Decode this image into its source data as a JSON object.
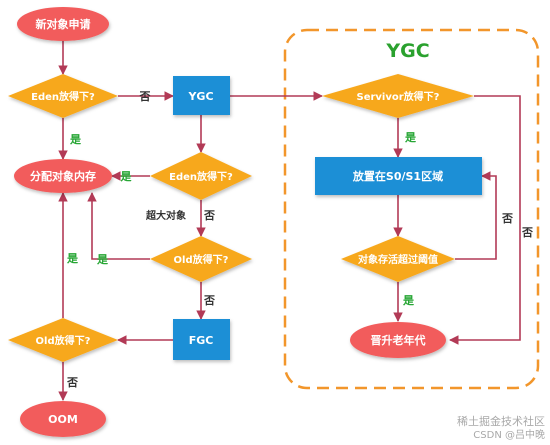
{
  "colors": {
    "oval": "#f25b5b",
    "diamond": "#f7a81d",
    "rect": "#1a8fd6",
    "arrow": "#b23a56",
    "yes": "#27a635",
    "no": "#333333",
    "ygc_border": "#f2962b",
    "ygc_title": "#2aa12e"
  },
  "nodes": {
    "start": "新对象申请",
    "eden_check_1": "Eden放得下?",
    "ygc_action": "YGC",
    "survivor_check": "Servivor放得下?",
    "allocate": "分配对象内存",
    "eden_check_2": "Eden放得下?",
    "put_s0_s1": "放置在S0/S1区域",
    "old_check_1": "Old放得下?",
    "age_check": "对象存活超过阈值",
    "old_check_2": "Old放得下?",
    "fgc_action": "FGC",
    "promote_old": "晋升老年代",
    "oom": "OOM"
  },
  "group": {
    "title": "YGC"
  },
  "edge_labels": {
    "yes": "是",
    "no": "否",
    "big_object": "超大对象"
  },
  "watermark": "稀土掘金技术社区",
  "watermark_2": "CSDN @吕中晚"
}
